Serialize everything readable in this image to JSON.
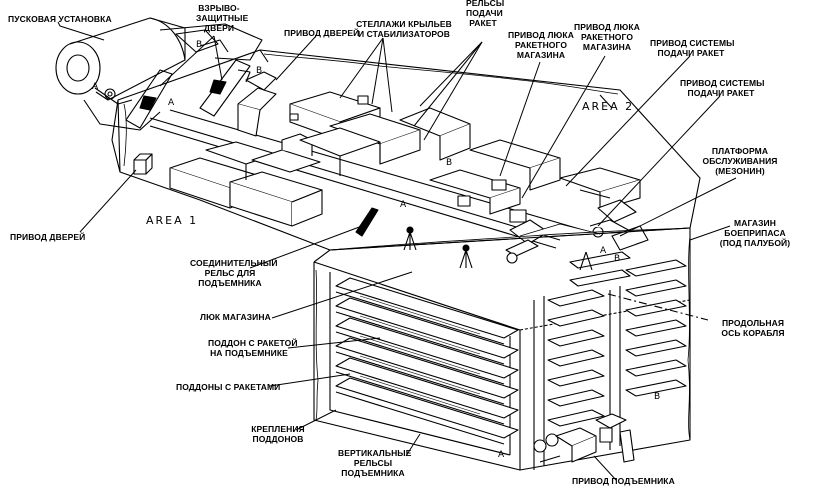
{
  "labels": {
    "launcher": "ПУСКОВАЯ УСТАНОВКА",
    "blast_doors": [
      "ВЗРЫВО-",
      "ЗАЩИТНЫЕ",
      "ДВЕРИ"
    ],
    "door_drive_top": "ПРИВОД ДВЕРЕЙ",
    "racks": [
      "СТЕЛЛАЖИ КРЫЛЬЕВ",
      "И СТАБИЛИЗАТОРОВ"
    ],
    "feed_rails": [
      "РЕЛЬСЫ",
      "ПОДАЧИ",
      "РАКЕТ"
    ],
    "hatch_drive_1": [
      "ПРИВОД ЛЮКА",
      "РАКЕТНОГО",
      "МАГАЗИНА"
    ],
    "hatch_drive_2": [
      "ПРИВОД ЛЮКА",
      "РАКЕТНОГО",
      "МАГАЗИНА"
    ],
    "feed_drive_1": [
      "ПРИВОД СИСТЕМЫ",
      "ПОДАЧИ РАКЕТ"
    ],
    "feed_drive_2": [
      "ПРИВОД СИСТЕМЫ",
      "ПОДАЧИ РАКЕТ"
    ],
    "platform": [
      "ПЛАТФОРМА",
      "ОБСЛУЖИВАНИЯ",
      "(МЕЗОНИН)"
    ],
    "magazine": [
      "МАГАЗИН",
      "БОЕПРИПАСА",
      "(ПОД ПАЛУБОЙ)"
    ],
    "centerline": [
      "ПРОДОЛЬНАЯ",
      "ОСЬ КОРАБЛЯ"
    ],
    "door_drive_left": "ПРИВОД ДВЕРЕЙ",
    "connecting_rail": [
      "СОЕДИНИТЕЛЬНЫЙ",
      "РЕЛЬС ДЛЯ",
      "ПОДЪЕМНИКА"
    ],
    "hatch": "ЛЮК МАГАЗИНА",
    "pallet_on_elevator": [
      "ПОДДОН С РАКЕТОЙ",
      "НА ПОДЪЕМНИКЕ"
    ],
    "pallets": "ПОДДОНЫ С РАКЕТАМИ",
    "pallet_mounts": [
      "КРЕПЛЕНИЯ",
      "ПОДДОНОВ"
    ],
    "vertical_rails": [
      "ВЕРТИКАЛЬНЫЕ",
      "РЕЛЬСЫ",
      "ПОДЪЕМНИКА"
    ],
    "elevator_drive": "ПРИВОД ПОДЪЕМНИКА"
  },
  "areas": {
    "area1": "AREA 1",
    "area2": "AREA 2"
  },
  "markers": {
    "a": "A",
    "b": "B"
  }
}
